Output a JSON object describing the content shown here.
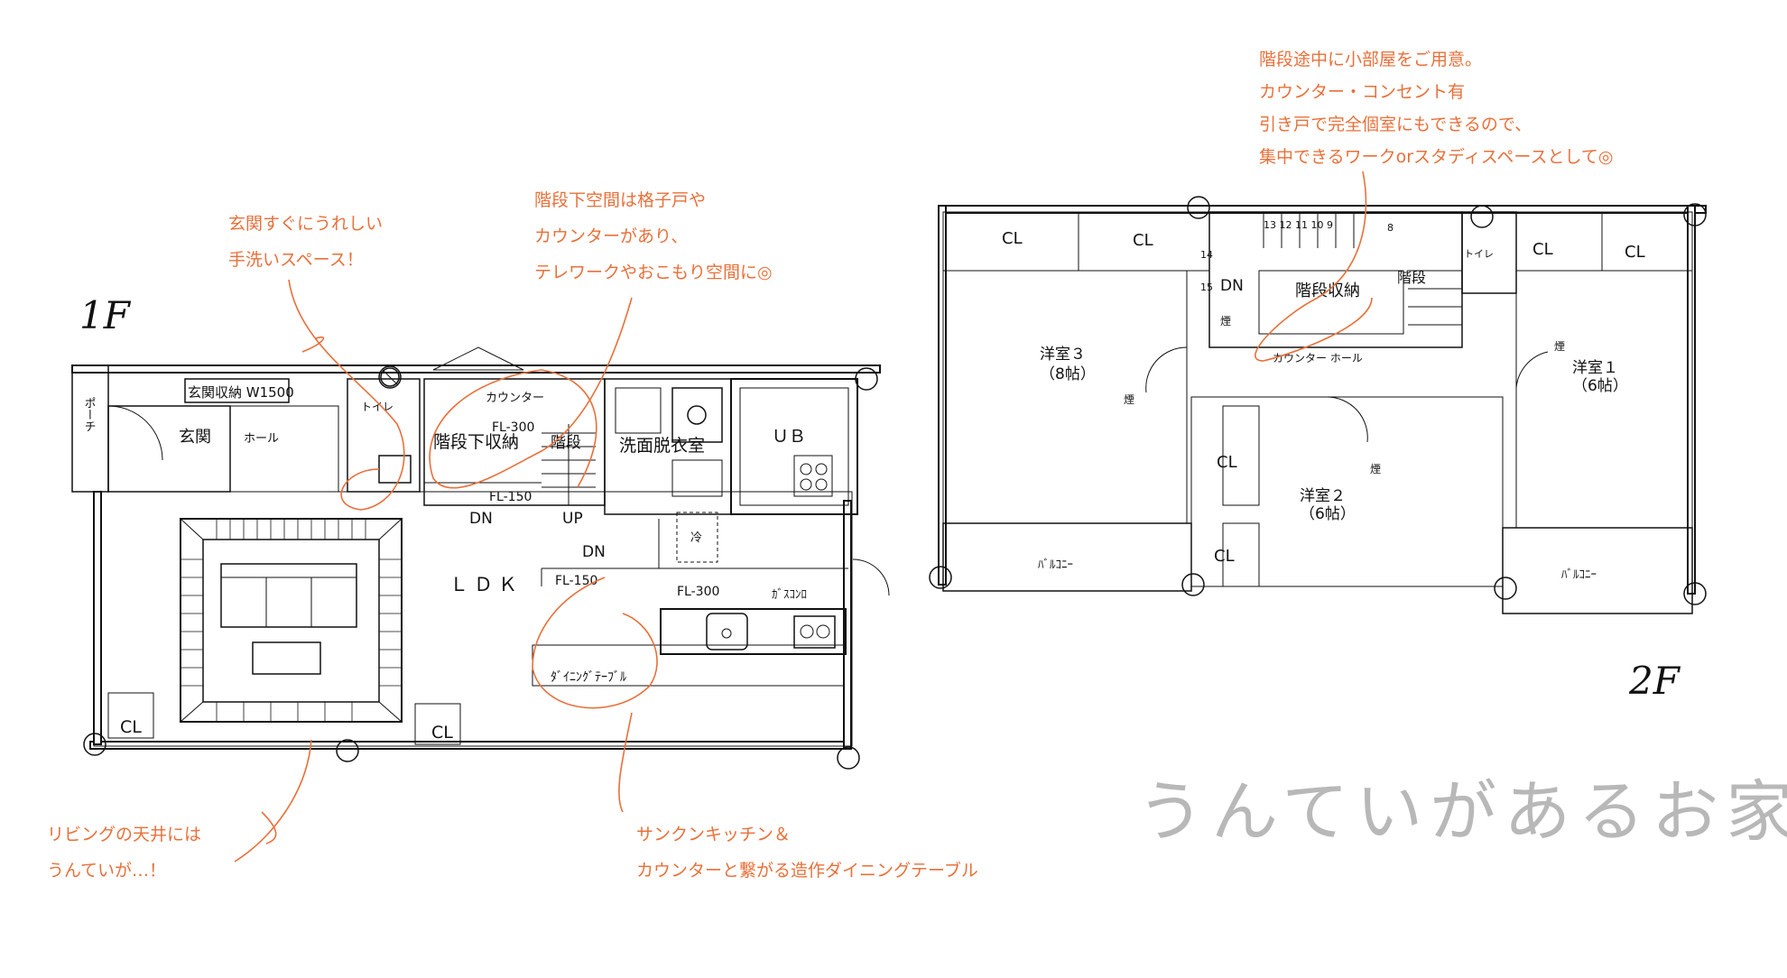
{
  "floor_labels": {
    "f1": "1F",
    "f2": "2F"
  },
  "annotations": {
    "a1": [
      "玄関すぐにうれしい",
      "手洗いスペース！"
    ],
    "a2": [
      "階段下空間は格子戸や",
      "カウンターがあり、",
      "テレワークやおこもり空間に◎"
    ],
    "a3": [
      "階段途中に小部屋をご用意。",
      "カウンター・コンセント有",
      "引き戸で完全個室にもできるので、",
      "集中できるワークorスタディスペースとして◎"
    ],
    "a4": [
      "リビングの天井には",
      "うんていが…！"
    ],
    "a5": [
      "サンクンキッチン＆",
      "カウンターと繋がる造作ダイニングテーブル"
    ]
  },
  "watermark": "うんていがあるお家",
  "rooms_1f": {
    "porch": "ポーチ",
    "genkan_storage": "玄関収納 W1500",
    "genkan": "玄関",
    "hall": "ホール",
    "toilet": "トイレ",
    "counter": "カウンター",
    "fl300a": "FL-300",
    "stair_storage": "階段下収納",
    "stairs": "階段",
    "fl150a": "FL-150",
    "dn1": "DN",
    "up": "UP",
    "washroom": "洗面脱衣室",
    "ub": "ＵＢ",
    "ldk": "ＬＤＫ",
    "dn2": "DN",
    "fl150b": "FL-150",
    "fl300b": "FL-300",
    "gas": "ｶﾞｽｺﾝﾛ",
    "dining": "ﾀﾞｲﾆﾝｸﾞﾃｰﾌﾞﾙ",
    "cl1": "CL",
    "cl2": "CL",
    "fridge": "冷"
  },
  "rooms_2f": {
    "cl_a": "CL",
    "cl_b": "CL",
    "cl_c": "CL",
    "cl_d": "CL",
    "cl_e": "CL",
    "cl_f": "CL",
    "dn": "DN",
    "stair_nums": "13 12 11 10 9",
    "n8": "8",
    "n14": "14",
    "n15": "15",
    "stair_storage": "階段収納",
    "stairs": "階段",
    "toilet": "トイレ",
    "counter_hall": "カウンター ホール",
    "room3": "洋室３",
    "room3_size": "（8帖）",
    "room1": "洋室１",
    "room1_size": "（6帖）",
    "room2": "洋室２",
    "room2_size": "（6帖）",
    "balcony_a": "ﾊﾞﾙｺﾆｰ",
    "balcony_b": "ﾊﾞﾙｺﾆｰ",
    "smoke_a": "煙",
    "smoke_b": "煙",
    "smoke_c": "煙",
    "smoke_d": "煙"
  },
  "colors": {
    "accent": "#e8703a",
    "line": "#111111",
    "watermark": "#b8b8b8"
  }
}
